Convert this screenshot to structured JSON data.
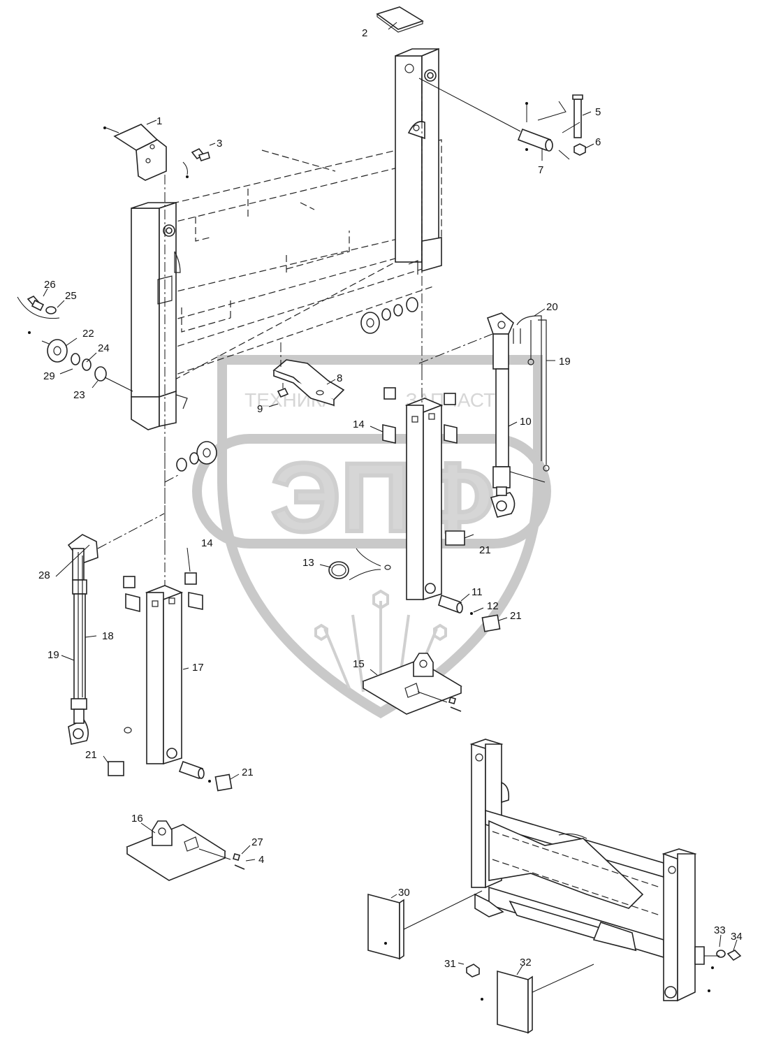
{
  "watermark": {
    "top_text_left": "ТЕХНИКА",
    "top_text_right": "ЗАПЧАСТИ",
    "main_text": "ЭПФ",
    "color": "#c9c9c9"
  },
  "callouts": [
    {
      "id": "c1",
      "label": "1"
    },
    {
      "id": "c2",
      "label": "2"
    },
    {
      "id": "c3",
      "label": "3"
    },
    {
      "id": "c4",
      "label": "4"
    },
    {
      "id": "c5",
      "label": "5"
    },
    {
      "id": "c6",
      "label": "6"
    },
    {
      "id": "c7",
      "label": "7"
    },
    {
      "id": "c8",
      "label": "8"
    },
    {
      "id": "c9",
      "label": "9"
    },
    {
      "id": "c10",
      "label": "10"
    },
    {
      "id": "c11",
      "label": "11"
    },
    {
      "id": "c12",
      "label": "12"
    },
    {
      "id": "c13",
      "label": "13"
    },
    {
      "id": "c14a",
      "label": "14"
    },
    {
      "id": "c14b",
      "label": "14"
    },
    {
      "id": "c15",
      "label": "15"
    },
    {
      "id": "c16",
      "label": "16"
    },
    {
      "id": "c17",
      "label": "17"
    },
    {
      "id": "c18",
      "label": "18"
    },
    {
      "id": "c19a",
      "label": "19"
    },
    {
      "id": "c19b",
      "label": "19"
    },
    {
      "id": "c20",
      "label": "20"
    },
    {
      "id": "c21a",
      "label": "21"
    },
    {
      "id": "c21b",
      "label": "21"
    },
    {
      "id": "c21c",
      "label": "21"
    },
    {
      "id": "c21d",
      "label": "21"
    },
    {
      "id": "c22",
      "label": "22"
    },
    {
      "id": "c23",
      "label": "23"
    },
    {
      "id": "c24",
      "label": "24"
    },
    {
      "id": "c25",
      "label": "25"
    },
    {
      "id": "c26",
      "label": "26"
    },
    {
      "id": "c27",
      "label": "27"
    },
    {
      "id": "c28",
      "label": "28"
    },
    {
      "id": "c29",
      "label": "29"
    },
    {
      "id": "c30",
      "label": "30"
    },
    {
      "id": "c31",
      "label": "31"
    },
    {
      "id": "c32",
      "label": "32"
    },
    {
      "id": "c33",
      "label": "33"
    },
    {
      "id": "c34",
      "label": "34"
    }
  ]
}
